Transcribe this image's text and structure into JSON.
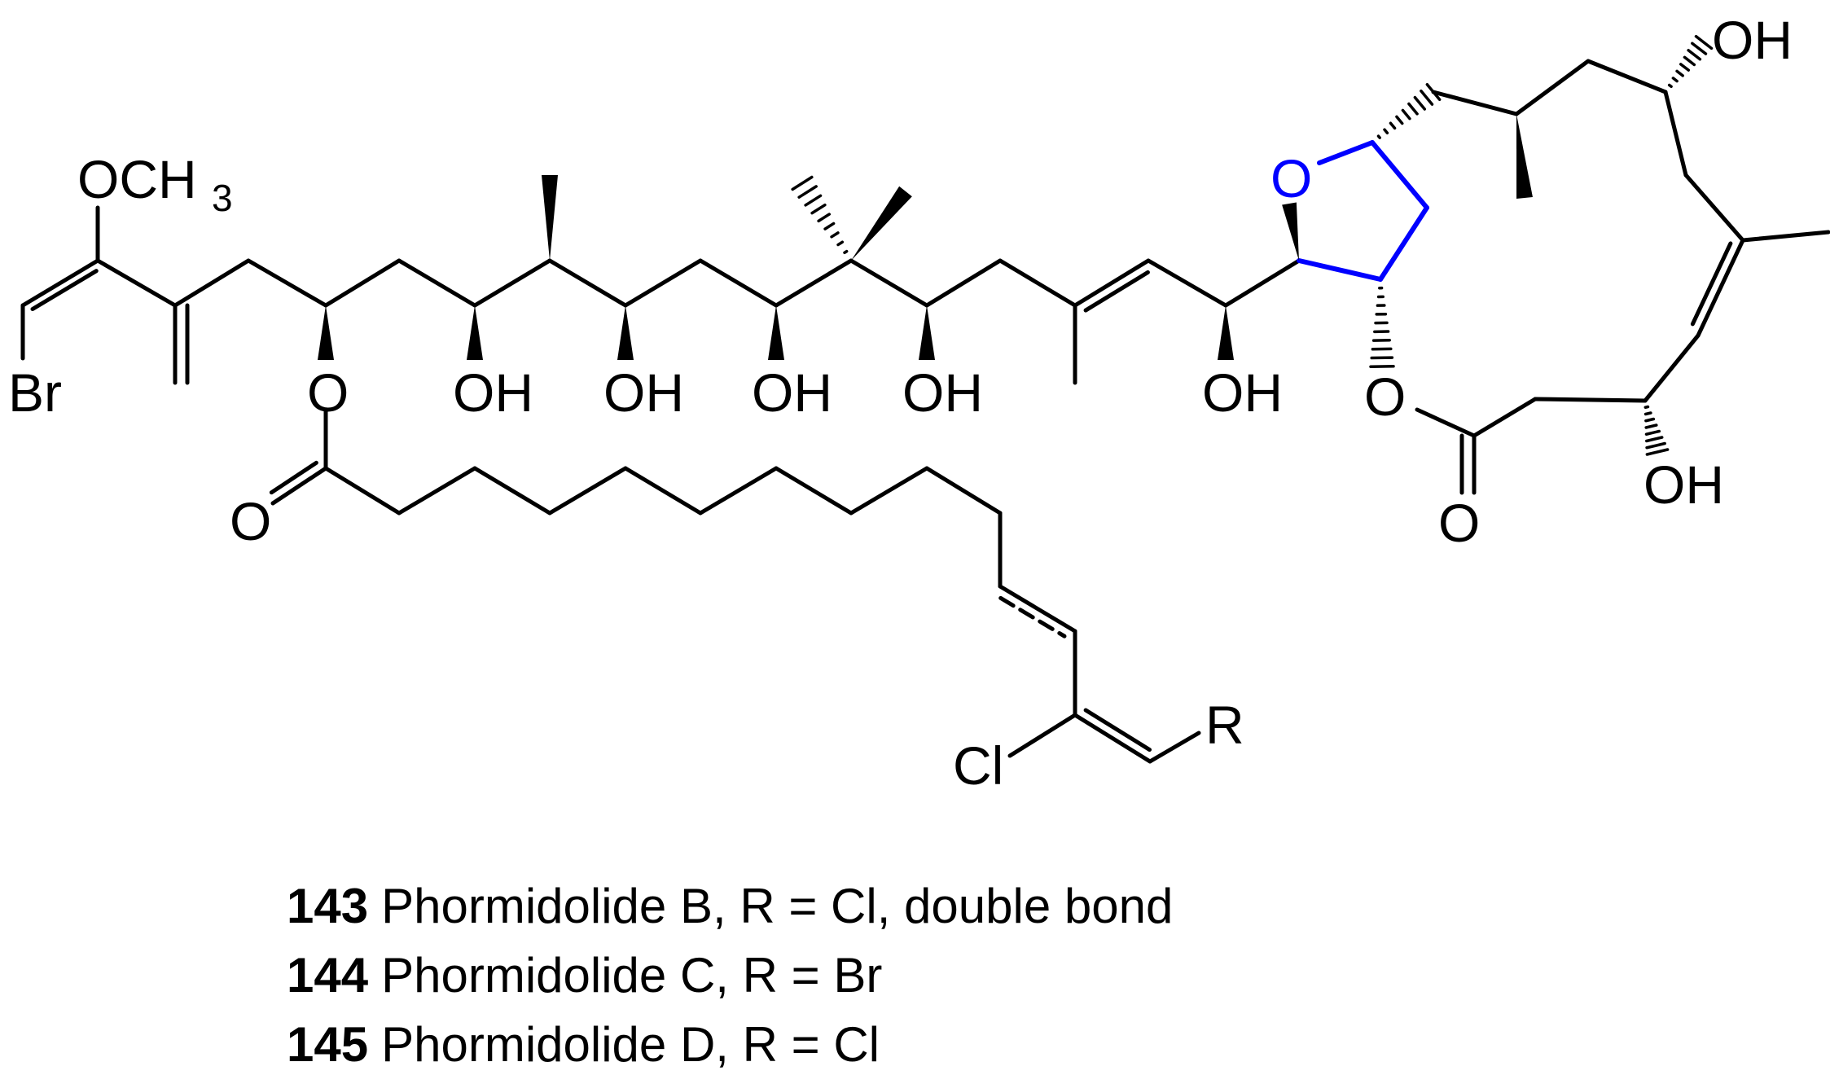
{
  "structure": {
    "atom_labels": {
      "och3": "OCH3",
      "br": "Br",
      "o_ester": "O",
      "oh_1": "OH",
      "oh_2": "OH",
      "oh_3": "OH",
      "oh_4": "OH",
      "oh_5": "OH",
      "carbonyl_o_left": "O",
      "cl": "Cl",
      "r": "R",
      "thf_o": "O",
      "oh_top_right": "OH",
      "lactone_o": "O",
      "carbonyl_o_right": "O",
      "oh_bottom_right": "OH"
    },
    "colors": {
      "bond": "#000000",
      "highlight": "#0000ff"
    }
  },
  "compounds": [
    {
      "number": "143",
      "description": "Phormidolide B, R = Cl, double bond"
    },
    {
      "number": "144",
      "description": "Phormidolide C, R = Br"
    },
    {
      "number": "145",
      "description": "Phormidolide D, R = Cl"
    }
  ]
}
